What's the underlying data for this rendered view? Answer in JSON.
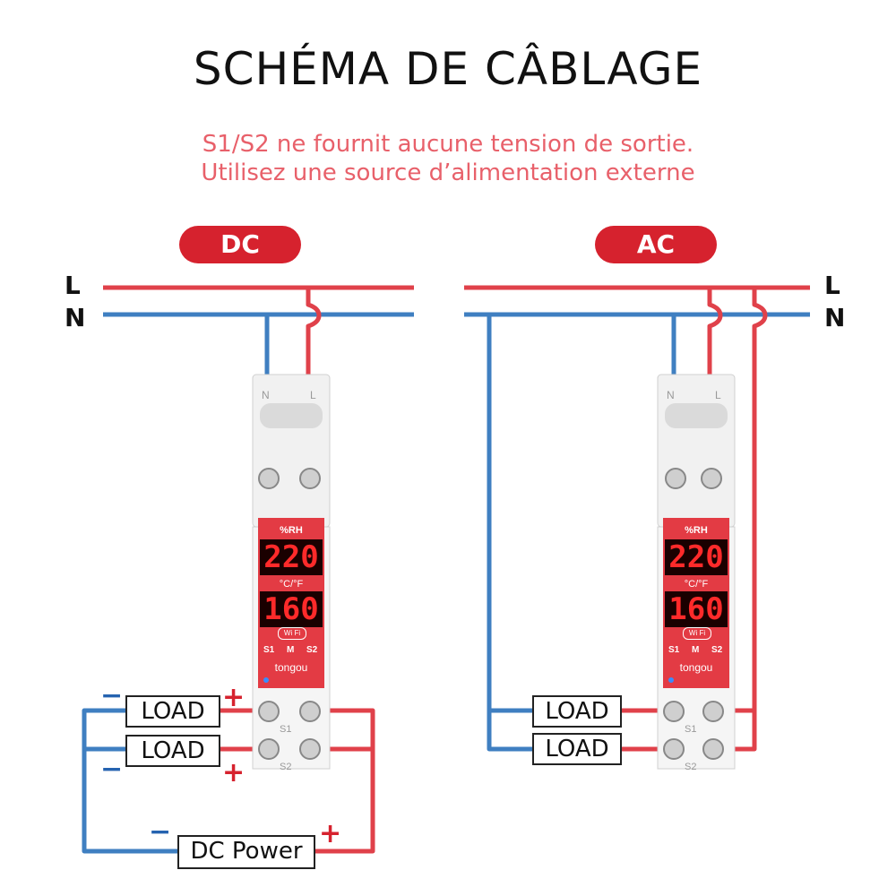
{
  "title": "SCHÉMA DE CÂBLAGE",
  "warning": {
    "line1": "S1/S2 ne fournit aucune tension de sortie.",
    "line2": "Utilisez une source d’alimentation externe"
  },
  "colors": {
    "live": "#e0414a",
    "neutral": "#3f7fc1",
    "accent": "#d6222e",
    "warning_text": "#e8606a"
  },
  "rails": {
    "live_label": "L",
    "neutral_label": "N"
  },
  "dc": {
    "label": "DC",
    "load_top": "LOAD",
    "load_bottom": "LOAD",
    "power": "DC Power",
    "minus": "−",
    "plus": "+"
  },
  "ac": {
    "label": "AC",
    "load_top": "LOAD",
    "load_bottom": "LOAD"
  },
  "device": {
    "terminal_n": "N",
    "terminal_l": "L",
    "humidity_label": "%RH",
    "display_top": "220",
    "temp_unit": "°C/°F",
    "display_bottom": "160",
    "wifi": "Wi Fi",
    "button_s1": "S1",
    "button_m": "M",
    "button_s2": "S2",
    "brand": "tongou",
    "out_s1": "S1",
    "out_s2": "S2"
  }
}
